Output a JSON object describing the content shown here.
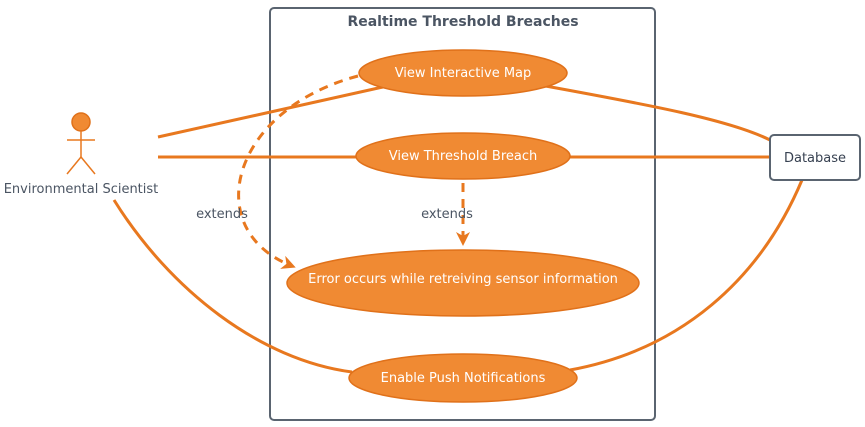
{
  "system": {
    "title": "Realtime Threshold Breaches"
  },
  "actor": {
    "label": "Environmental Scientist",
    "icon": "stick-figure-icon"
  },
  "database": {
    "label": "Database"
  },
  "use_cases": {
    "view_map": "View Interactive Map",
    "view_breach": "View Threshold Breach",
    "error": "Error occurs while retreiving sensor information",
    "push": "Enable Push Notifications"
  },
  "relations": {
    "extends_left": "extends",
    "extends_center": "extends"
  },
  "colors": {
    "accent": "#f08a33",
    "line": "#e8781f",
    "border": "#5a6470",
    "text": "#4b5563"
  }
}
